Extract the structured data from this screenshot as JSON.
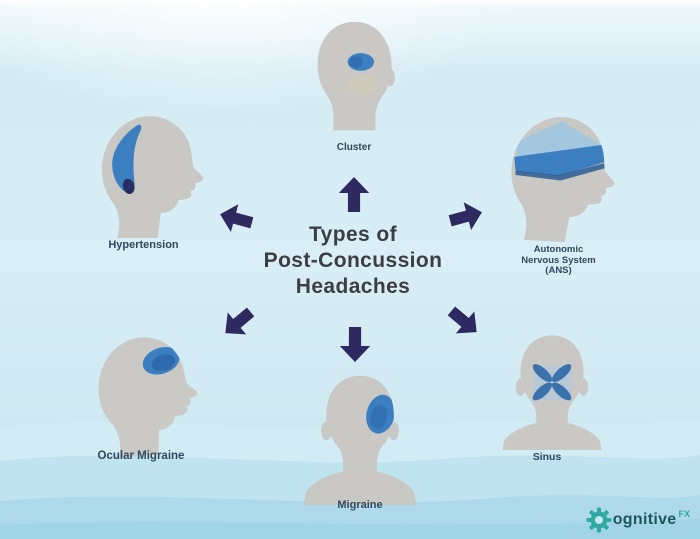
{
  "diagram": {
    "title_lines": [
      "Types of",
      "Post-Concussion",
      "Headaches"
    ]
  },
  "nodes": [
    {
      "id": "cluster",
      "label": "Cluster"
    },
    {
      "id": "hypertension",
      "label": "Hypertension"
    },
    {
      "id": "ans",
      "label_lines": [
        "Autonomic",
        "Nervous System",
        "(ANS)"
      ]
    },
    {
      "id": "ocular",
      "label": "Ocular Migraine"
    },
    {
      "id": "migraine",
      "label": "Migraine"
    },
    {
      "id": "sinus",
      "label": "Sinus"
    }
  ],
  "logo": {
    "gear_icon": "gear-icon",
    "text": "ognitive",
    "suffix": "FX"
  },
  "colors": {
    "background_blue": "#cfe9f2",
    "head_gray": "#c9c8c4",
    "pain_blue": "#3c7fc0",
    "pain_blue_dark": "#2d6bad",
    "arrow_navy": "#2e2960",
    "label_navy": "#31485f",
    "title_dark": "#3d3d44",
    "logo_teal": "#2faaa2"
  }
}
